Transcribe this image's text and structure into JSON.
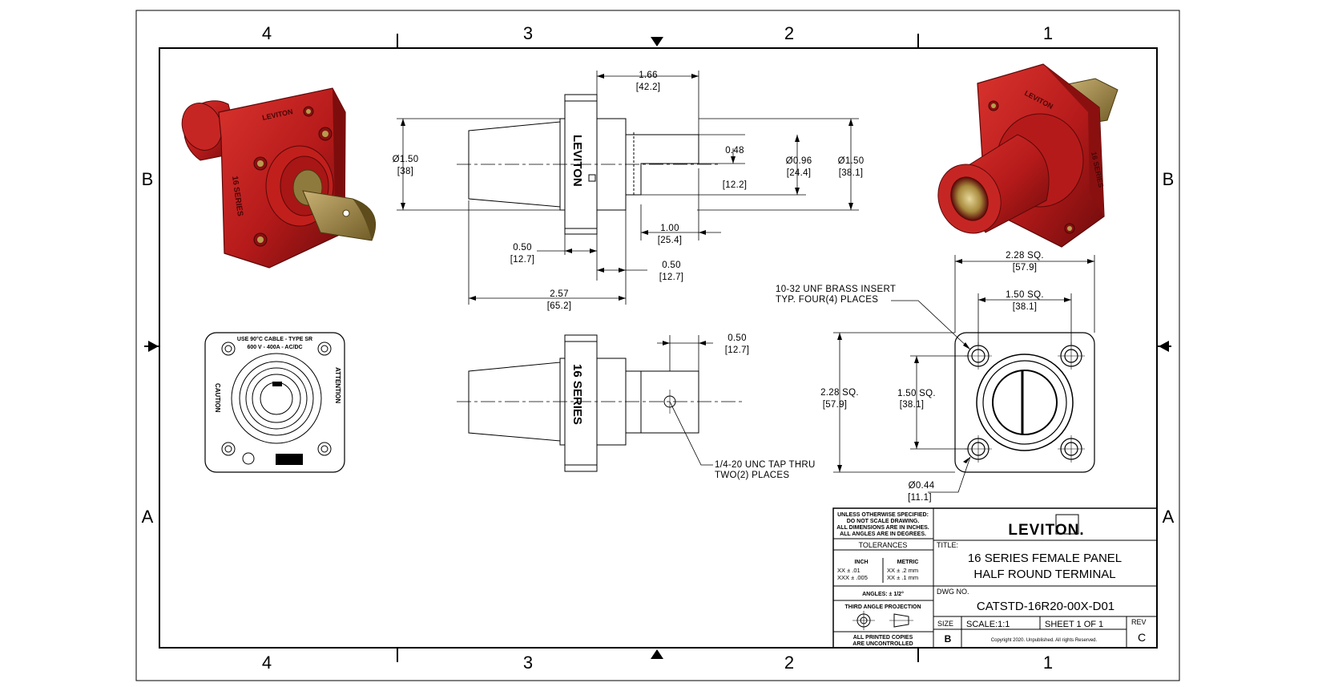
{
  "zones": {
    "columns": [
      "4",
      "3",
      "2",
      "1"
    ],
    "rows": [
      "B",
      "A"
    ]
  },
  "dimensions": {
    "top_len": "1.66",
    "top_len_mm": "[42.2]",
    "dia_left": "Ø1.50",
    "dia_left_mm": "[38]",
    "blade_thk": "0.48",
    "blade_thk_mm": "[12.2]",
    "dia_mid": "Ø0.96",
    "dia_mid_mm": "[24.4]",
    "dia_right": "Ø1.50",
    "dia_right_mm": "[38.1]",
    "blade_len": "1.00",
    "blade_len_mm": "[25.4]",
    "flange_a": "0.50",
    "flange_a_mm": "[12.7]",
    "flange_b": "0.50",
    "flange_b_mm": "[12.7]",
    "overall": "2.57",
    "overall_mm": "[65.2]",
    "hole_off": "0.50",
    "hole_off_mm": "[12.7]",
    "sq_outer": "2.28  SQ.",
    "sq_outer_mm": "[57.9]",
    "sq_inner": "1.50  SQ.",
    "sq_inner_mm": "[38.1]",
    "side_sq_outer": "2.28  SQ.",
    "side_sq_outer_mm": "[57.9]",
    "side_sq_inner": "1.50  SQ.",
    "side_sq_inner_mm": "[38.1]",
    "hole_dia": "Ø0.44",
    "hole_dia_mm": "[11.1]"
  },
  "notes": {
    "insert_1": "10-32 UNF BRASS INSERT",
    "insert_2": "TYP. FOUR(4) PLACES",
    "tap_1": "1/4-20 UNC TAP THRU",
    "tap_2": "TWO(2) PLACES"
  },
  "embossed": {
    "side_top": "LEVITON",
    "side_bottom": "16 SERIES",
    "face_line1": "USE 90°C CABLE - TYPE SR",
    "face_line2": "600 V - 400A - AC/DC",
    "face_left": "CAUTION",
    "face_right": "ATTENTION"
  },
  "title_block": {
    "general_1": "UNLESS OTHERWISE SPECIFIED:",
    "general_2": "DO NOT SCALE DRAWING.",
    "general_3": "ALL DIMENSIONS ARE IN INCHES.",
    "general_4": "ALL ANGLES ARE IN DEGREES.",
    "tolerances": "TOLERANCES",
    "inch": "INCH",
    "metric": "METRIC",
    "inch_xx": "XX   ± .01",
    "inch_xxx": "XXX  ± .005",
    "metric_xx": "XX   ± .2 mm",
    "metric_xxx": "XX   ± .1 mm",
    "angles": "ANGLES: ± 1/2°",
    "projection": "THIRD ANGLE PROJECTION",
    "copies_1": "ALL PRINTED COPIES",
    "copies_2": "ARE UNCONTROLLED",
    "logo": "LEVITON.",
    "title_label": "TITLE:",
    "title_1": "16 SERIES FEMALE PANEL",
    "title_2": "HALF ROUND TERMINAL",
    "dwg_label": "DWG NO.",
    "dwg_no": "CATSTD-16R20-00X-D01",
    "size_label": "SIZE",
    "size": "B",
    "scale": "SCALE:1:1",
    "sheet": "SHEET 1 OF 1",
    "rev_label": "REV",
    "rev": "C",
    "copyright": "Copyright 2020. Unpublished. All rights Reserved."
  },
  "colors": {
    "housing_red": "#b51a1a",
    "housing_dark": "#7d0d0d",
    "brass": "#9c8647"
  }
}
